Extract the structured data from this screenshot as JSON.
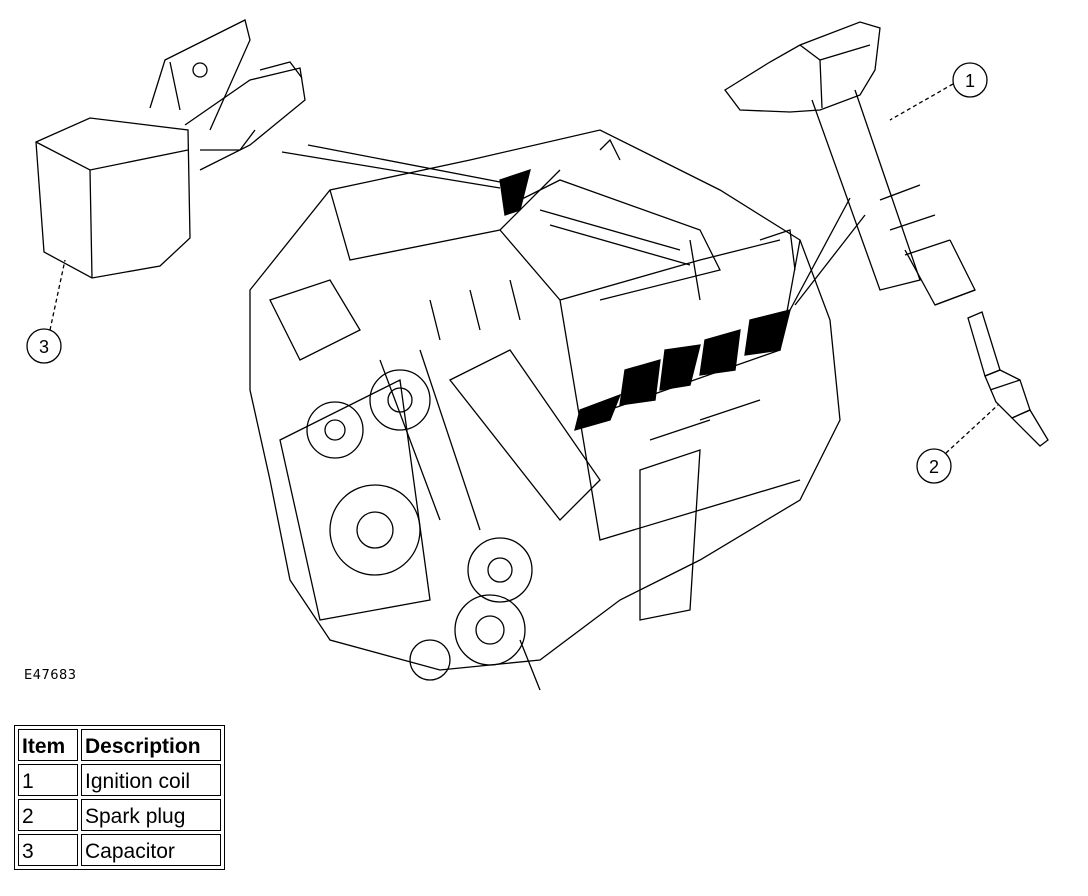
{
  "figure": {
    "id": "E47683",
    "callouts": [
      {
        "label": "1",
        "target": "ignition-coil"
      },
      {
        "label": "2",
        "target": "spark-plug"
      },
      {
        "label": "3",
        "target": "capacitor"
      }
    ]
  },
  "legend": {
    "headers": {
      "item": "Item",
      "description": "Description"
    },
    "rows": [
      {
        "item": "1",
        "description": "Ignition coil"
      },
      {
        "item": "2",
        "description": "Spark plug"
      },
      {
        "item": "3",
        "description": "Capacitor"
      }
    ]
  }
}
